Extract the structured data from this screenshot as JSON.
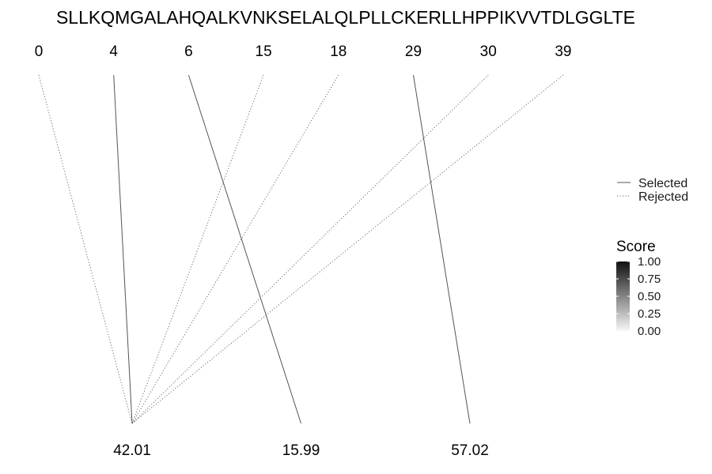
{
  "sequence": "SLLKQMGALAHQALKVNKSELALQLPLLCKERLLHPPIKVVTDLGGLTE",
  "positions": [
    "0",
    "4",
    "6",
    "15",
    "18",
    "29",
    "30",
    "39"
  ],
  "bottom_labels": [
    "42.01",
    "15.99",
    "57.02"
  ],
  "links": [
    {
      "from": "0",
      "to": "42.01",
      "status": "Rejected",
      "score": 0.0
    },
    {
      "from": "4",
      "to": "42.01",
      "status": "Selected",
      "score": 1.0
    },
    {
      "from": "6",
      "to": "15.99",
      "status": "Selected",
      "score": 1.0
    },
    {
      "from": "15",
      "to": "42.01",
      "status": "Rejected",
      "score": 0.0
    },
    {
      "from": "18",
      "to": "42.01",
      "status": "Rejected",
      "score": 0.0
    },
    {
      "from": "29",
      "to": "57.02",
      "status": "Selected",
      "score": 1.0
    },
    {
      "from": "30",
      "to": "42.01",
      "status": "Rejected",
      "score": 0.0
    },
    {
      "from": "39",
      "to": "42.01",
      "status": "Rejected",
      "score": 0.0
    }
  ],
  "legend": {
    "linetype": {
      "selected_label": "Selected",
      "rejected_label": "Rejected"
    },
    "score": {
      "title": "Score",
      "ticks": [
        "1.00",
        "0.75",
        "0.50",
        "0.25",
        "0.00"
      ]
    }
  },
  "colors": {
    "line": "#555555",
    "gradient_high": "#111111",
    "gradient_low": "#f7f7f7"
  }
}
